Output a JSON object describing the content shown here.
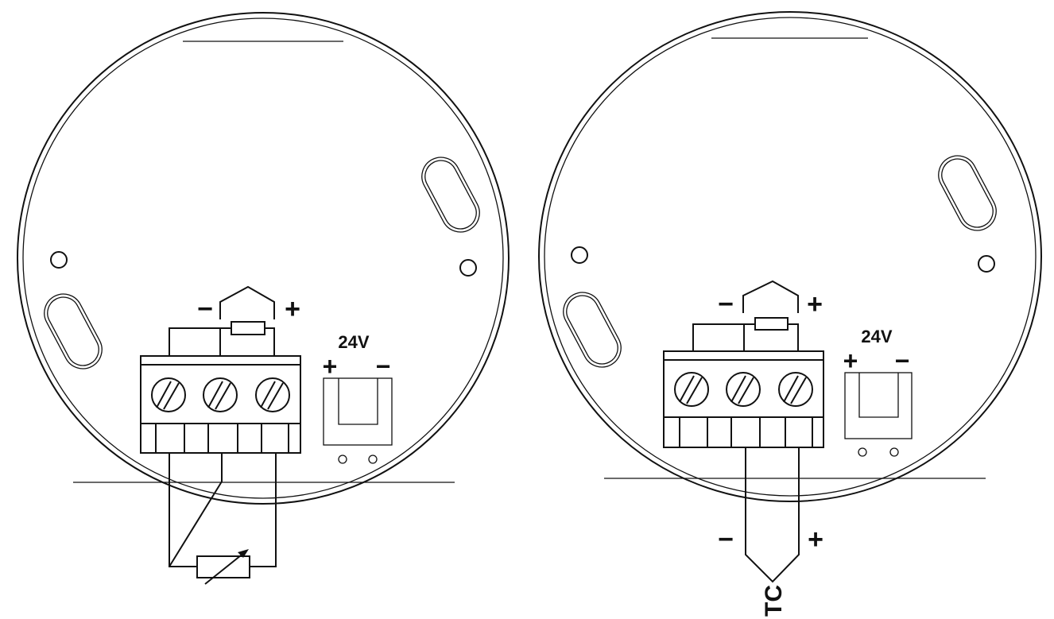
{
  "left_panel": {
    "sensor_type": "RTD",
    "supply_label": "24V",
    "supply_plus": "+",
    "supply_minus": "−",
    "output_minus": "−",
    "output_plus": "+"
  },
  "right_panel": {
    "sensor_type": "TC",
    "sensor_label": "TC",
    "supply_label": "24V",
    "supply_plus": "+",
    "supply_minus": "−",
    "output_minus": "−",
    "output_plus": "+",
    "tc_minus": "−",
    "tc_plus": "+"
  },
  "colors": {
    "line": "#111111",
    "background": "#ffffff"
  }
}
